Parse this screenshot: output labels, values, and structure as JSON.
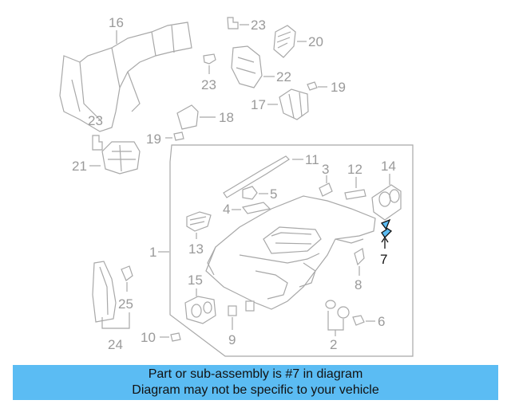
{
  "diagram": {
    "callouts": [
      "1",
      "2",
      "3",
      "4",
      "5",
      "6",
      "7",
      "8",
      "9",
      "10",
      "11",
      "12",
      "13",
      "14",
      "15",
      "16",
      "17",
      "18",
      "19",
      "19",
      "20",
      "21",
      "22",
      "23",
      "23",
      "23",
      "24",
      "25"
    ],
    "highlighted_callout": "7",
    "highlight_color": "#5bbcf3",
    "line_color": "#a8a8a8"
  },
  "banner": {
    "line1": "Part or sub-assembly is #7 in diagram",
    "line2": "Diagram may not be specific to your vehicle",
    "background": "#5bbcf3"
  }
}
